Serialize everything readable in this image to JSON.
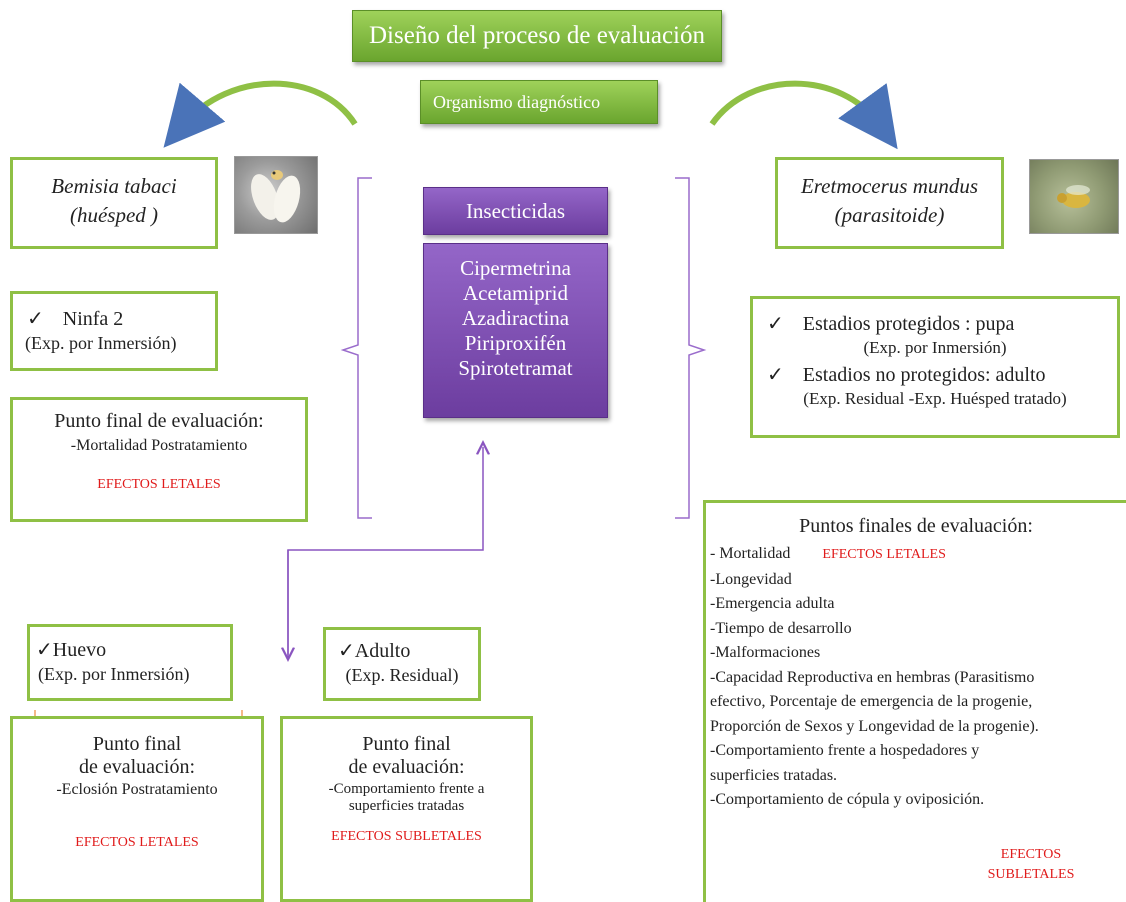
{
  "title": "Diseño del proceso de evaluación",
  "subtitle": "Organismo diagnóstico",
  "host": {
    "name": "Bemisia tabaci",
    "role": "(huésped )",
    "nymph": {
      "check": "✓",
      "stage": "Ninfa 2",
      "exposure": "(Exp. por Inmersión)"
    },
    "nymph_endpoint": {
      "title": "Punto final de evaluación:",
      "item": "-Mortalidad Postratamiento",
      "effect": "EFECTOS LETALES"
    },
    "egg": {
      "check": "✓",
      "stage": "Huevo",
      "exposure": "(Exp. por Inmersión)"
    },
    "egg_endpoint": {
      "title_1": "Punto final",
      "title_2": "de evaluación:",
      "item": "-Eclosión Postratamiento",
      "effect": "EFECTOS LETALES"
    },
    "adult": {
      "check": "✓",
      "stage": "Adulto",
      "exposure": "(Exp. Residual)"
    },
    "adult_endpoint": {
      "title_1": "Punto final",
      "title_2": "de evaluación:",
      "item_1": "-Comportamiento frente a",
      "item_2": "superficies tratadas",
      "effect": "EFECTOS SUBLETALES"
    }
  },
  "parasitoid": {
    "name": "Eretmocerus mundus",
    "role": "(parasitoide)",
    "stages": {
      "check": "✓",
      "protected": "Estadios protegidos : pupa",
      "protected_exposure": "(Exp. por Inmersión)",
      "unprotected": "Estadios no protegidos: adulto",
      "unprotected_exposure": "(Exp. Residual -Exp. Huésped tratado)"
    },
    "endpoints": {
      "title": "Puntos finales de evaluación:",
      "mortality": "- Mortalidad",
      "lethal": "EFECTOS LETALES",
      "items": [
        "-Longevidad",
        "-Emergencia adulta",
        "-Tiempo de desarrollo",
        "-Malformaciones",
        "-Capacidad Reproductiva en hembras (Parasitismo",
        "efectivo, Porcentaje de emergencia de la progenie,",
        "Proporción de Sexos y Longevidad de la progenie).",
        "-Comportamiento frente a hospedadores y",
        "superficies tratadas.",
        "-Comportamiento de cópula y oviposición."
      ],
      "sublethal_1": "EFECTOS",
      "sublethal_2": "SUBLETALES"
    }
  },
  "insecticides": {
    "header": "Insecticidas",
    "items": [
      "Cipermetrina",
      "Acetamiprid",
      "Azadiractina",
      "Piriproxifén",
      "Spirotetramat"
    ]
  },
  "colors": {
    "green_border": "#8fc045",
    "green_fill": "#7cb83a",
    "purple_fill": "#7e4fb5",
    "effect_red": "#e01b1b",
    "bracket_orange": "#f0a060",
    "arrow_purple": "#8a55c0"
  }
}
